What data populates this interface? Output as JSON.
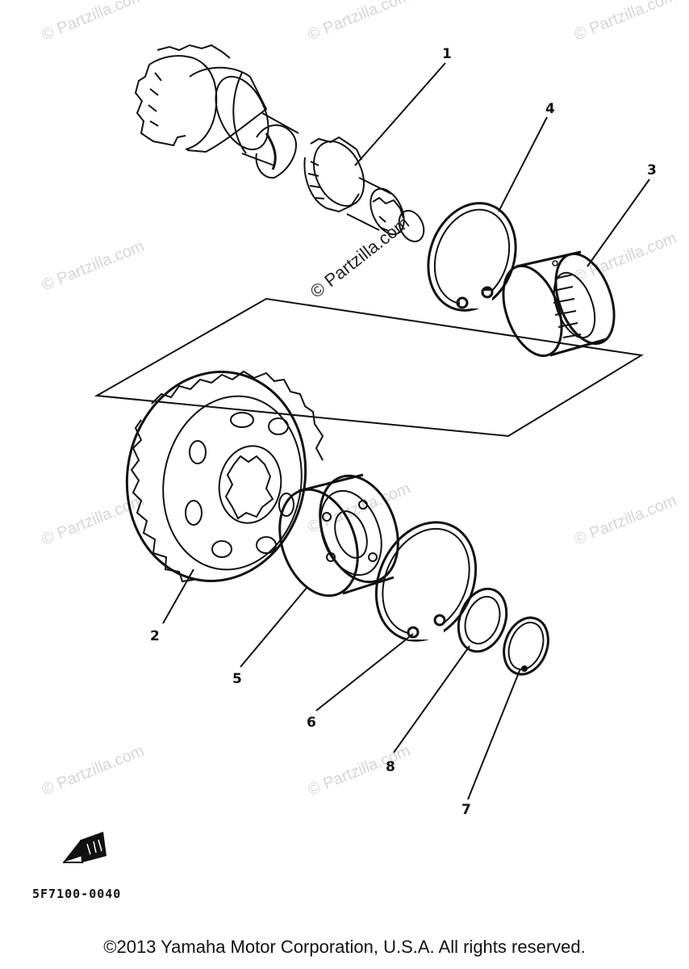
{
  "watermarks": [
    "© Partzilla.com",
    "© Partzilla.com",
    "© Partzilla.com",
    "© Partzilla.com",
    "© Partzilla.com",
    "© Partzilla.com",
    "© Partzilla.com",
    "© Partzilla.com",
    "© Partzilla.com",
    "© Partzilla.com"
  ],
  "stamp": "© Partzilla.com",
  "callouts": {
    "c1": "1",
    "c2": "2",
    "c3": "3",
    "c4": "4",
    "c5": "5",
    "c6": "6",
    "c7": "7",
    "c8": "8"
  },
  "diagram_code": "5F7100-0040",
  "copyright": "©2013 Yamaha Motor Corporation, U.S.A. All rights reserved."
}
